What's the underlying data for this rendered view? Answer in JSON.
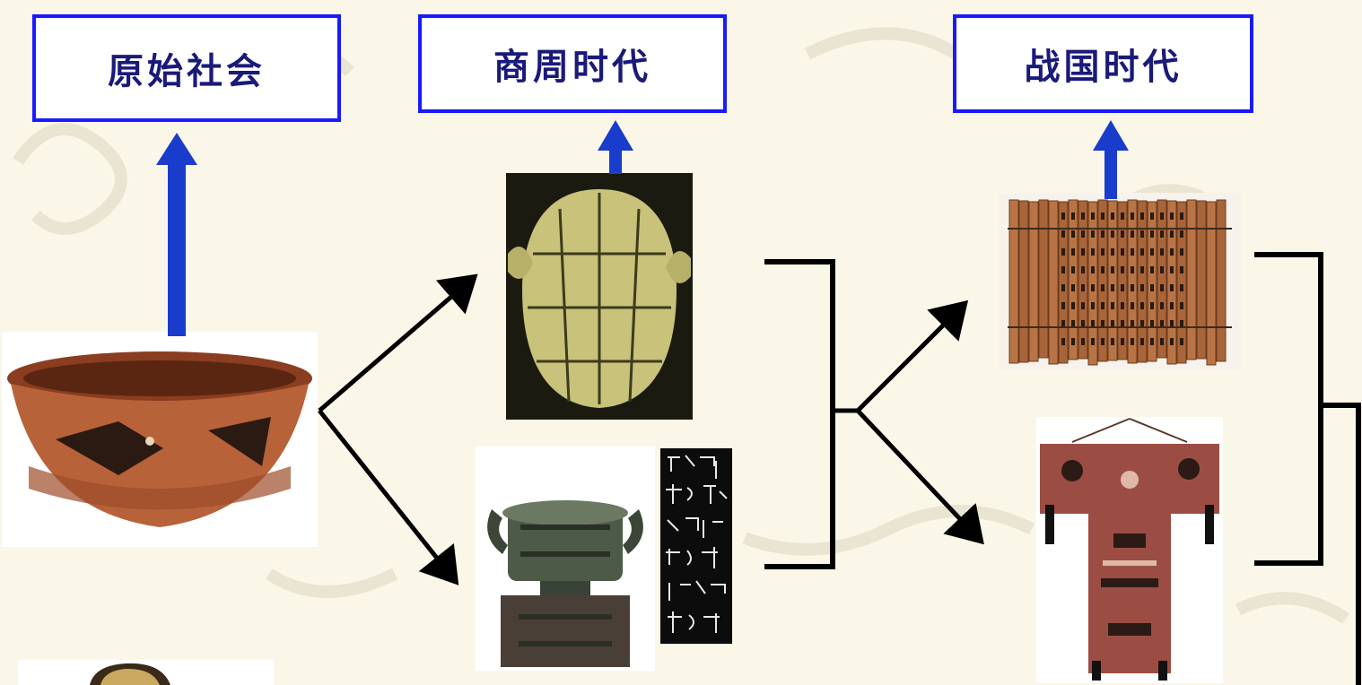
{
  "labels": {
    "primitive": "原始社会",
    "shang_zhou": "商周时代",
    "warring_states": "战国时代"
  },
  "colors": {
    "label_border": "#1a1aff",
    "label_text": "#1a1a7a",
    "connector_arrow": "#1a3ccc",
    "flow_arrow": "#000000",
    "background": "#fbf7e8"
  },
  "artifacts": [
    "painted-pottery-bowl",
    "oracle-bone-turtle-shell",
    "bronze-gui-vessel",
    "bronze-inscription-rubbing",
    "bamboo-slips",
    "silk-painting",
    "pottery-fragment"
  ]
}
